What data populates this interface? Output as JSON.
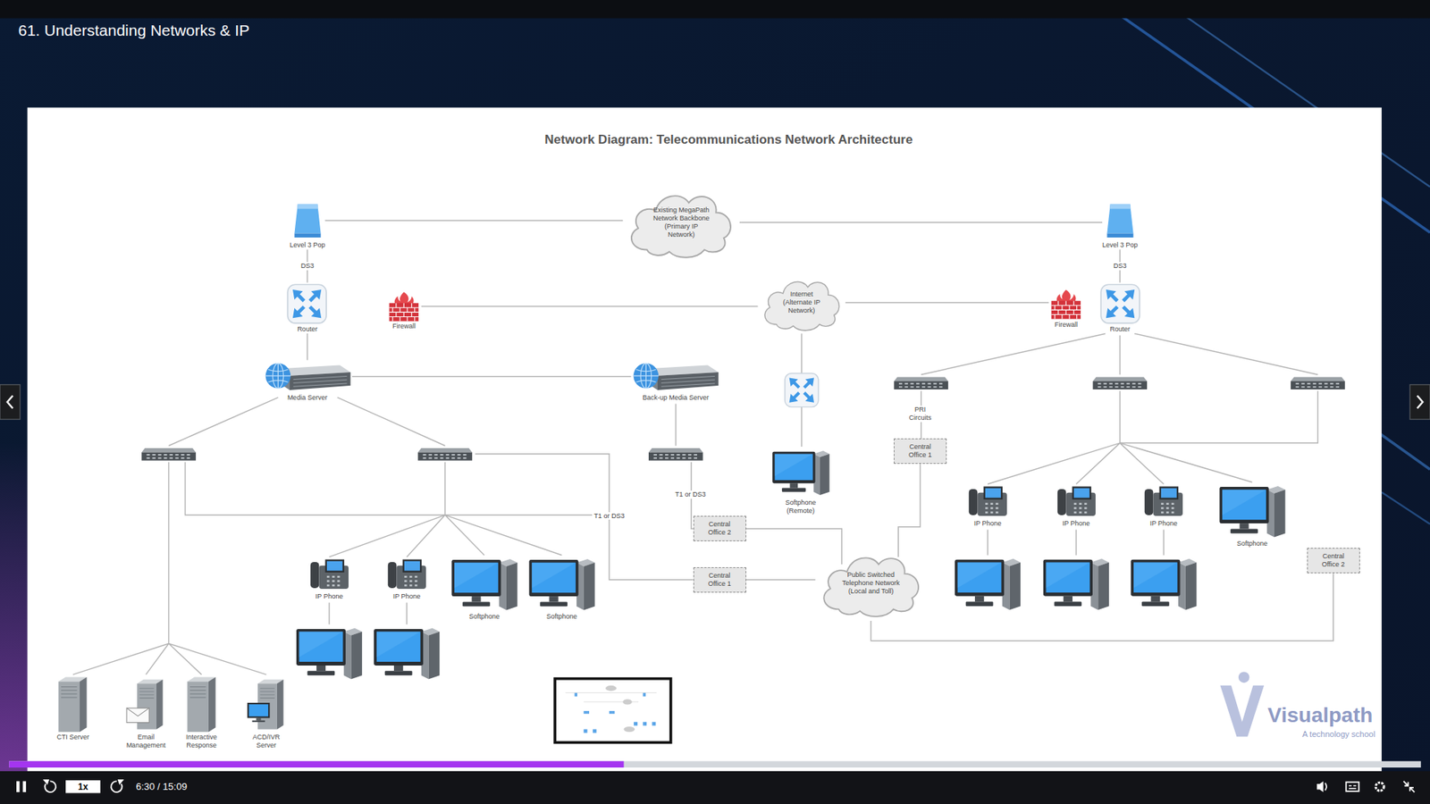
{
  "diagram": {
    "title": "Network Diagram: Telecommunications Network Architecture",
    "nodes": [
      {
        "text": [
          "Level 3 Pop"
        ]
      },
      {
        "text": [
          "Existing MegaPath Network Backbone (Primary IP Network)"
        ]
      },
      {
        "text": [
          "Level 3 Pop"
        ]
      },
      {
        "text": [
          "Router"
        ]
      },
      {
        "text": [
          "Firewall"
        ]
      },
      {
        "text": [
          "Internet (Alternate IP Network)"
        ]
      },
      {
        "text": [
          "Firewall"
        ]
      },
      {
        "text": [
          "Router"
        ]
      },
      {
        "text": [
          "Media Server"
        ]
      },
      {
        "text": [
          "Back-up Media Server"
        ]
      },
      {
        "text": [
          "Softphone (Remote)"
        ]
      },
      {
        "text": [
          "Central Office 1"
        ]
      },
      {
        "text": [
          "IP Phone"
        ]
      },
      {
        "text": [
          "IP Phone"
        ]
      },
      {
        "text": [
          "IP Phone"
        ]
      },
      {
        "text": [
          "Softphone"
        ]
      },
      {
        "text": [
          "Central Office 2"
        ]
      },
      {
        "text": [
          "Central Office 2"
        ]
      },
      {
        "text": [
          "IP Phone"
        ]
      },
      {
        "text": [
          "IP Phone"
        ]
      },
      {
        "text": [
          "Softphone"
        ]
      },
      {
        "text": [
          "Softphone"
        ]
      },
      {
        "text": [
          "Central Office 1"
        ]
      },
      {
        "text": [
          "Public Switched Telephone Network (Local and Toll)"
        ]
      },
      {
        "text": [
          "CTI Server"
        ]
      },
      {
        "text": [
          "Email Management"
        ]
      },
      {
        "text": [
          "Interactive Response"
        ]
      },
      {
        "text": [
          "ACD/IVR Server"
        ]
      }
    ],
    "edges": [
      {
        "from": 0,
        "to": 1,
        "arrow": "none"
      },
      {
        "from": 1,
        "to": 2,
        "arrow": "none"
      },
      {
        "from": 0,
        "to": 3,
        "label": "DS3",
        "arrow": "none"
      },
      {
        "from": 2,
        "to": 7,
        "label": "DS3",
        "arrow": "none"
      },
      {
        "from": 3,
        "to": 8,
        "arrow": "none"
      },
      {
        "from": 4,
        "to": 5,
        "arrow": "none"
      },
      {
        "from": 5,
        "to": 6,
        "arrow": "none"
      },
      {
        "from": 8,
        "to": 9,
        "arrow": "none"
      },
      {
        "from": 5,
        "to": 10,
        "arrow": "none"
      },
      {
        "from": 11,
        "to": 23,
        "arrow": "none"
      },
      {
        "from": 16,
        "to": 23,
        "arrow": "none"
      },
      {
        "from": 22,
        "to": 23,
        "arrow": "none"
      },
      {
        "from": 17,
        "to": 23,
        "arrow": "none"
      }
    ],
    "labels": [
      "61. Understanding Networks & IP",
      "T1 or DS3",
      "T1 or DS3",
      "PRI Circuits",
      "Visualpath",
      "A technology school",
      "1x",
      "6:30 / 15:09"
    ]
  }
}
